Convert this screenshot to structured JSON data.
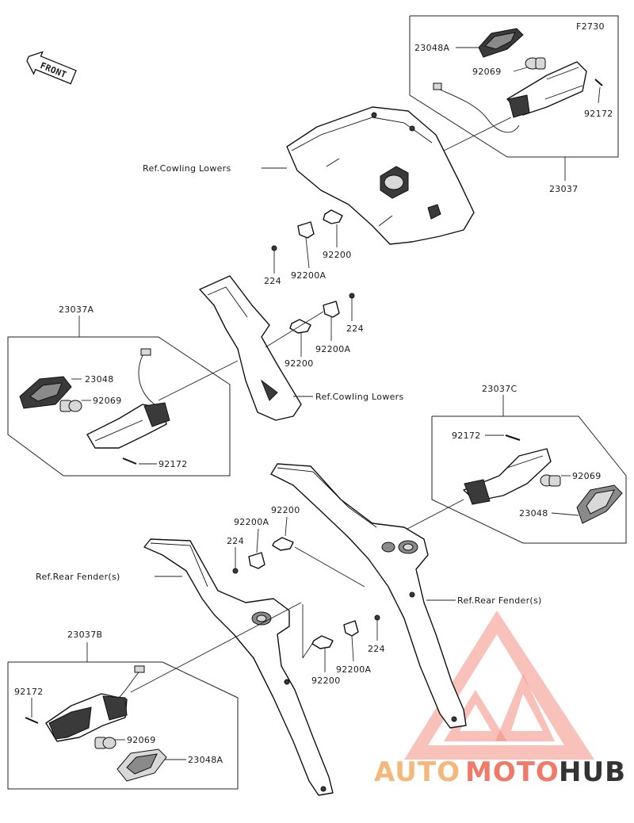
{
  "figure_code": "F2730",
  "front_label": "FRONT",
  "parts": {
    "p23048A_top": "23048A",
    "p92069_top": "92069",
    "p92172_top": "92172",
    "p23037": "23037",
    "ref_cowl_top": "Ref.Cowling Lowers",
    "p92200_top": "92200",
    "p224_top": "224",
    "p92200A_top": "92200A",
    "p23037A": "23037A",
    "p23048_a": "23048",
    "p92069_a": "92069",
    "p92172_a": "92172",
    "p224_mid": "224",
    "p92200A_mid": "92200A",
    "p92200_mid": "92200",
    "ref_cowl_mid": "Ref.Cowling Lowers",
    "p23037C": "23037C",
    "p92172_c": "92172",
    "p92069_c": "92069",
    "p23048_c": "23048",
    "p92200_low": "92200",
    "p92200A_low": "92200A",
    "p224_low": "224",
    "ref_fender_left": "Ref.Rear Fender(s)",
    "ref_fender_right": "Ref.Rear Fender(s)",
    "p23037B": "23037B",
    "p224_bot": "224",
    "p92200A_bot": "92200A",
    "p92200_bot": "92200",
    "p92172_b": "92172",
    "p92069_b": "92069",
    "p23048A_b": "23048A"
  },
  "watermark": {
    "text_part1": "AUTO",
    "text_part2": "MOTO",
    "text_part3": "HUB",
    "color_primary": "#f07a6a",
    "color_secondary": "#f4b97a",
    "color_dark": "#222222"
  }
}
